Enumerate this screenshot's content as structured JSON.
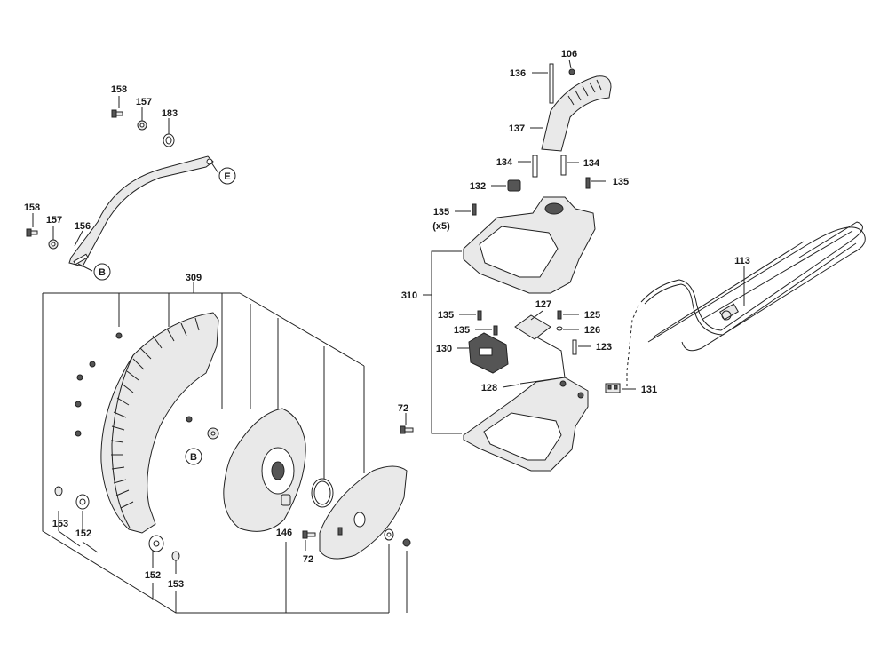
{
  "labels": {
    "p158a": "158",
    "p157a": "157",
    "p183": "183",
    "pE": "E",
    "p158b": "158",
    "p157b": "157",
    "p156": "156",
    "pB1": "B",
    "p309": "309",
    "pB2": "B",
    "p72a": "72",
    "p72b": "72",
    "p146": "146",
    "p153a": "153",
    "p152a": "152",
    "p152b": "152",
    "p153b": "153",
    "p106": "106",
    "p136": "136",
    "p137": "137",
    "p134a": "134",
    "p134b": "134",
    "p132": "132",
    "p135a": "135",
    "p135b": "135",
    "p135b_qty": "(x5)",
    "p310": "310",
    "p113": "113",
    "p127": "127",
    "p135c": "135",
    "p125": "125",
    "p135d": "135",
    "p126": "126",
    "p130": "130",
    "p123": "123",
    "p128": "128",
    "p131": "131"
  },
  "icons": [
    "screw-icon",
    "washer-icon",
    "nut-icon",
    "blade-guard",
    "handle",
    "switch-housing",
    "power-cord"
  ]
}
